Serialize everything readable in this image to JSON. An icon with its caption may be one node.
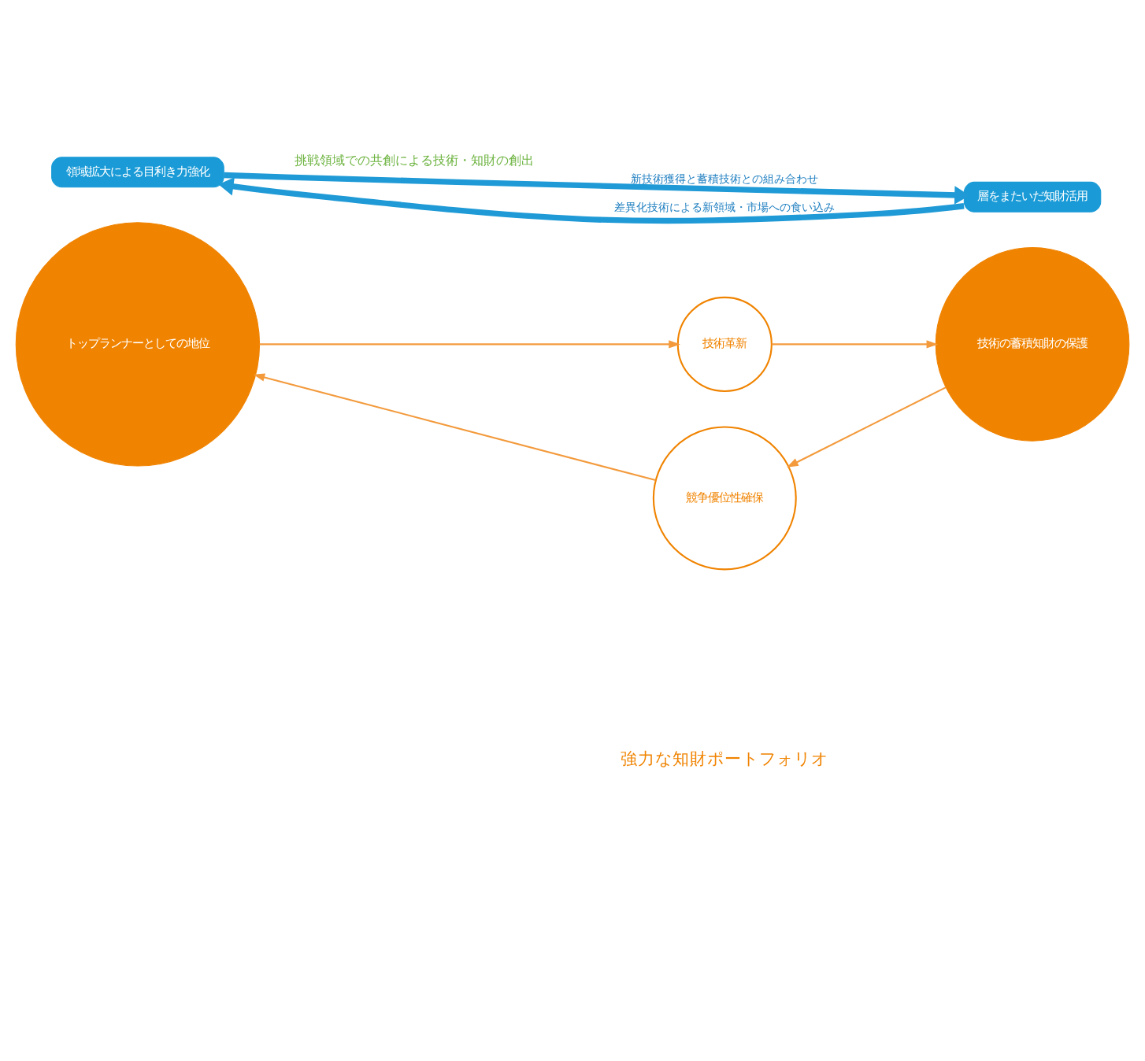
{
  "diagram": {
    "nodes": [
      {
        "text": [
          "強力な知財ポートフォリオ"
        ]
      },
      {
        "text": [
          "技術革新"
        ]
      },
      {
        "text": [
          "トップランナーとしての地位"
        ]
      },
      {
        "text": [
          "技術の蓄積知財の保護"
        ]
      },
      {
        "text": [
          "競争優位性確保"
        ]
      },
      {
        "text": [
          "領域拡大による目利き力強化"
        ]
      },
      {
        "text": [
          "層をまたいだ知財活用"
        ]
      }
    ],
    "edges": [
      {
        "from": 1,
        "to": 3,
        "arrow": "to"
      },
      {
        "from": 3,
        "to": 4,
        "arrow": "to"
      },
      {
        "from": 4,
        "to": 2,
        "arrow": "to"
      },
      {
        "from": 2,
        "to": 1,
        "arrow": "to"
      },
      {
        "from": 5,
        "to": 6,
        "arrow": "to",
        "label": "新技術獲得と蓄積技術との組み合わせ",
        "color": "#1f9ad6",
        "style": "thick"
      },
      {
        "from": 6,
        "to": 5,
        "arrow": "to",
        "label": "差異化技術による新領域・市場への食い込み",
        "color": "#1f9ad6",
        "style": "thick"
      }
    ],
    "labels": [
      "挑戦領域での共創による技術・知財の創出"
    ]
  }
}
